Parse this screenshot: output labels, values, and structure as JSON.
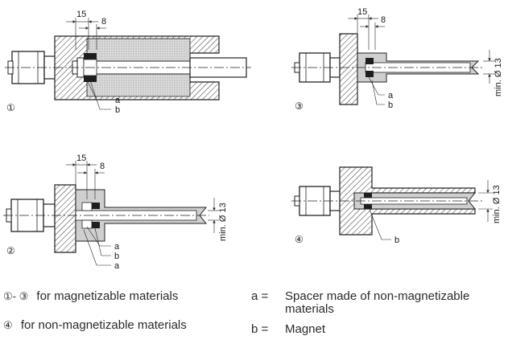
{
  "figures": {
    "fig1": {
      "marker": "①",
      "dim_left": "15",
      "dim_right": "8",
      "callouts": [
        "a",
        "b"
      ]
    },
    "fig2": {
      "marker": "②",
      "dim_left": "15",
      "dim_right": "8",
      "dim_vertical": "min. Ø 13",
      "callouts": [
        "a",
        "b",
        "a"
      ]
    },
    "fig3": {
      "marker": "③",
      "dim_left": "15",
      "dim_right": "8",
      "dim_vertical": "min. Ø 13",
      "callouts": [
        "a",
        "b"
      ]
    },
    "fig4": {
      "marker": "④",
      "dim_vertical": "min. Ø 13",
      "callouts": [
        "b"
      ]
    }
  },
  "legend": {
    "line1": {
      "marker": "①- ③",
      "text": "for magnetizable materials"
    },
    "line2": {
      "marker": "④",
      "text": "for non-magnetizable materials"
    }
  },
  "key": {
    "a": {
      "symbol": "a =",
      "text_line1": "Spacer made of non-magnetizable",
      "text_line2": "materials"
    },
    "b": {
      "symbol": "b =",
      "text": "Magnet"
    }
  }
}
